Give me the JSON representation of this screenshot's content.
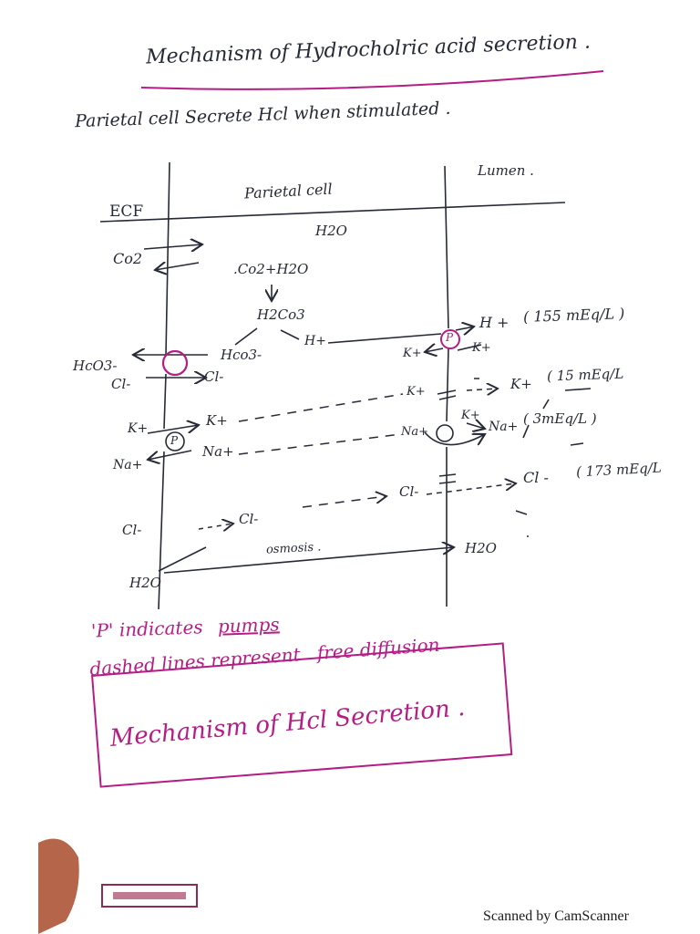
{
  "title": "Mechanism of Hydrocholric acid secretion .",
  "intro": "Parietal cell Secrete Hcl when stimulated .",
  "diagram": {
    "ecf_label": "ECF",
    "parietal_label": "Parietal cell",
    "lumen_label": "Lumen .",
    "water_top": "H2O",
    "co2": "Co2",
    "reaction": ".Co2+H2O",
    "carbonic_acid": "H2Co3",
    "h_plus": "H+",
    "h_lumen": "H +",
    "h_conc": "( 155 mEq/L )",
    "hco3_ecf": "HcO3-",
    "hco3_cell": "Hco3-",
    "cl_ecf": "Cl-",
    "cl_cell": "Cl-",
    "k_ecf": "K+",
    "k_cell": "K+",
    "na_ecf": "Na+",
    "na_cell": "Na+",
    "k_pump_lumen": "K+",
    "k_channel": "K+",
    "k_lumen": "K+",
    "k_conc": "( 15 mEq/L",
    "na_channel": "Na+",
    "k_channel2": "K+",
    "na_lumen": "Na+",
    "na_conc": "( 3mEq/L )",
    "cl_ecf2": "Cl-",
    "cl_cell2": "Cl-",
    "cl_channel": "Cl-",
    "cl_lumen": "Cl -",
    "cl_conc": "( 173 mEq/L",
    "osmosis": "osmosis .",
    "water_lumen": "H2O",
    "water_ecf": "H2O",
    "pump_symbol": "P"
  },
  "notes": {
    "line1_prefix": "'P' indicates",
    "line1_emph": "pumps",
    "line2_prefix": "dashed lines represent",
    "line2_emph": "free diffusion",
    "boxed": "Mechanism of Hcl Secretion ."
  },
  "footer": "Scanned by CamScanner",
  "colors": {
    "ink": "#262a36",
    "pink": "#b51d86",
    "skin": "#b5664a"
  }
}
